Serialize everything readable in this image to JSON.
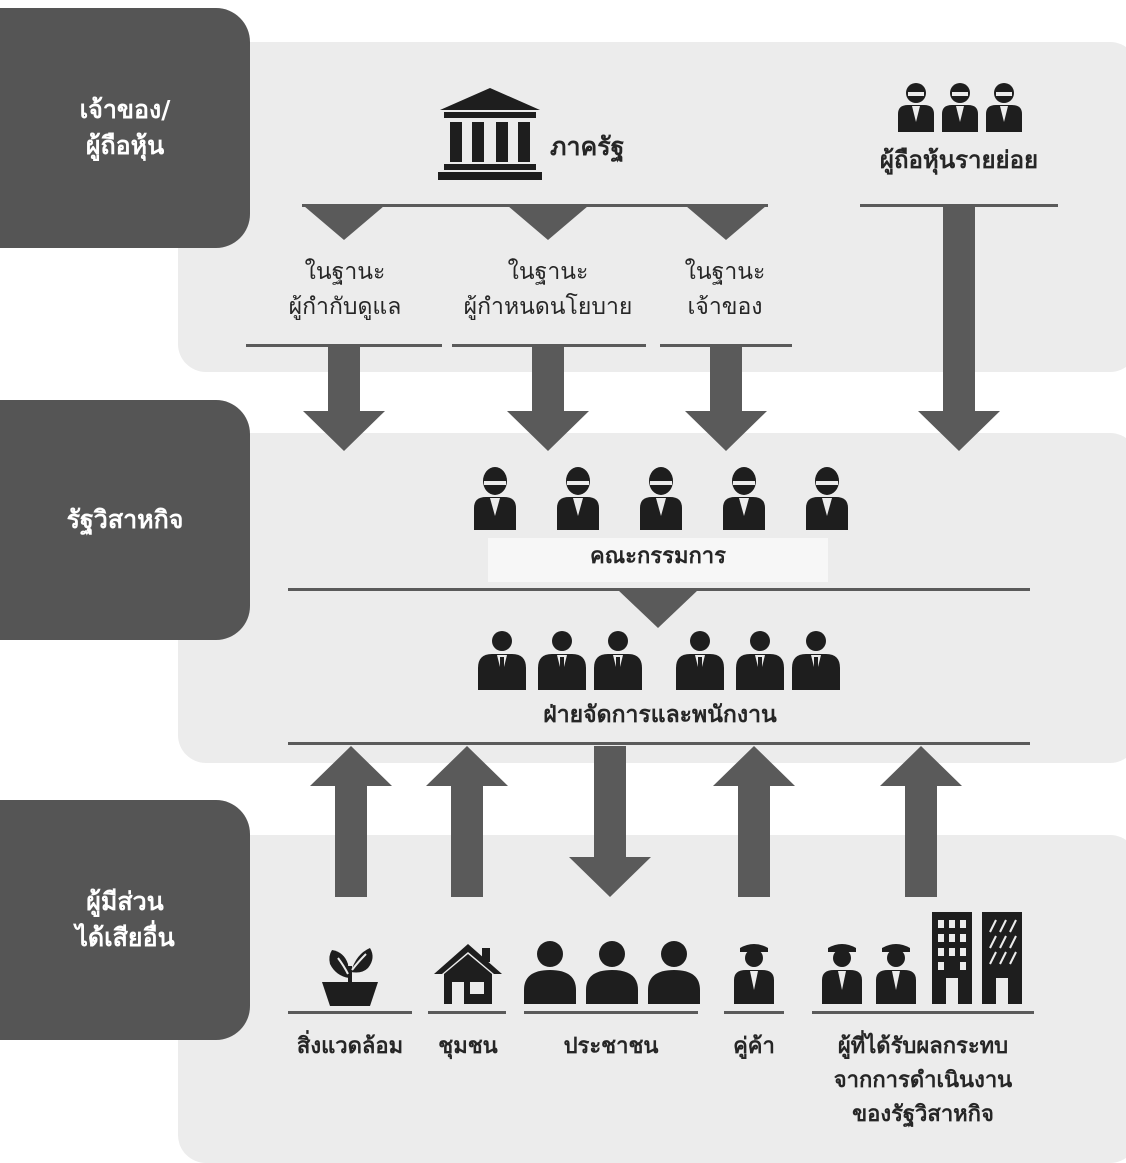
{
  "sections": {
    "owners": "เจ้าของ/\nผู้ถือหุ้น",
    "soe": "รัฐวิสาหกิจ",
    "stakeholders": "ผู้มีส่วน\nได้เสียอื่น"
  },
  "owners": {
    "government": "ภาครัฐ",
    "minority": "ผู้ถือหุ้นรายย่อย",
    "roles": [
      "ในฐานะ\nผู้กำกับดูแล",
      "ในฐานะ\nผู้กำหนดนโยบาย",
      "ในฐานะ\nเจ้าของ"
    ]
  },
  "soe": {
    "board": "คณะกรรมการ",
    "management": "ฝ่ายจัดการและพนักงาน"
  },
  "stakeholders": {
    "environment": "สิ่งแวดล้อม",
    "community": "ชุมชน",
    "public": "ประชาชน",
    "partners": "คู่ค้า",
    "affected": "ผู้ที่ได้รับผลกระทบ\nจากการดำเนินงาน\nของรัฐวิสาหกิจ"
  },
  "icons": {
    "government": "government-building-icon",
    "minority": "shareholder-person-icon",
    "board": "board-member-icon",
    "management": "employee-icon",
    "environment": "plant-icon",
    "community": "house-icon",
    "public": "person-icon",
    "partners": "partner-icon",
    "affected": "office-building-icon"
  },
  "colors": {
    "band": "#ececec",
    "tab": "#555555",
    "arrow": "#5a5a5a",
    "icon": "#1e1e1e"
  }
}
